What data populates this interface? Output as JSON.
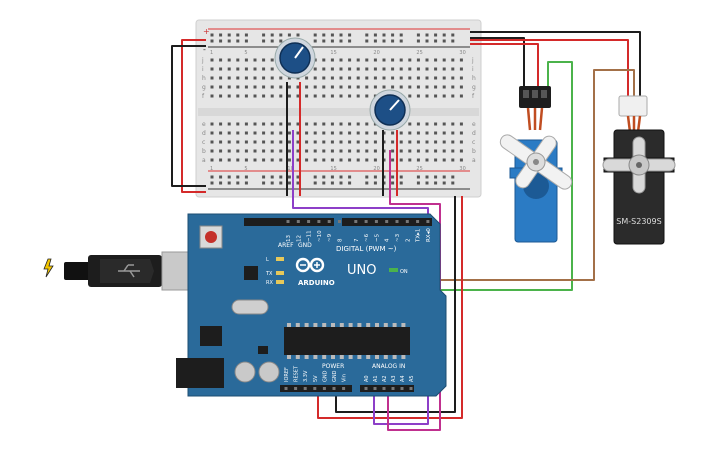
{
  "arduino": {
    "logo_text": "ARDUINO",
    "model": "UNO",
    "on_label": "ON",
    "digital_label": "DIGITAL (PWM ~)",
    "power_label": "POWER",
    "analog_label": "ANALOG IN",
    "led_l": "L",
    "led_tx": "TX",
    "led_rx": "RX",
    "aref": "AREF",
    "gnd_top": "GND",
    "digital_pins": [
      "13",
      "12",
      "~11",
      "~10",
      "~9",
      "8",
      "7",
      "~6",
      "~5",
      "4",
      "~3",
      "2",
      "TX▸1",
      "RX◂0"
    ],
    "power_pins": [
      "IOREF",
      "RESET",
      "3.3V",
      "5V",
      "GND",
      "GND",
      "Vin"
    ],
    "analog_pins": [
      "A0",
      "A1",
      "A2",
      "A3",
      "A4",
      "A5"
    ]
  },
  "breadboard": {
    "row_letters_top": [
      "j",
      "i",
      "h",
      "g",
      "f"
    ],
    "row_letters_bottom": [
      "e",
      "d",
      "c",
      "b",
      "a"
    ],
    "column_numbers": [
      "1",
      "5",
      "10",
      "15",
      "20",
      "25",
      "30"
    ],
    "rail_plus": "+",
    "rail_minus": "-"
  },
  "servo_large": {
    "model": "SM-S2309S"
  },
  "colors": {
    "arduino_board": "#2a6a9a",
    "breadboard": "#e7e7e7",
    "servo_blue": "#2b7bc4",
    "servo_black": "#2b2b2b",
    "potentiometer": "#1d4f86",
    "wire_red": "#d42a2a",
    "wire_black": "#1d1d1d",
    "wire_green": "#4bb34b",
    "wire_brown": "#a37048",
    "wire_purple": "#8d3fc8",
    "wire_magenta": "#c0308f"
  },
  "icons": [
    "usb-cable-icon",
    "lightning-icon",
    "potentiometer-knob-icon",
    "servo-horn-icon"
  ]
}
